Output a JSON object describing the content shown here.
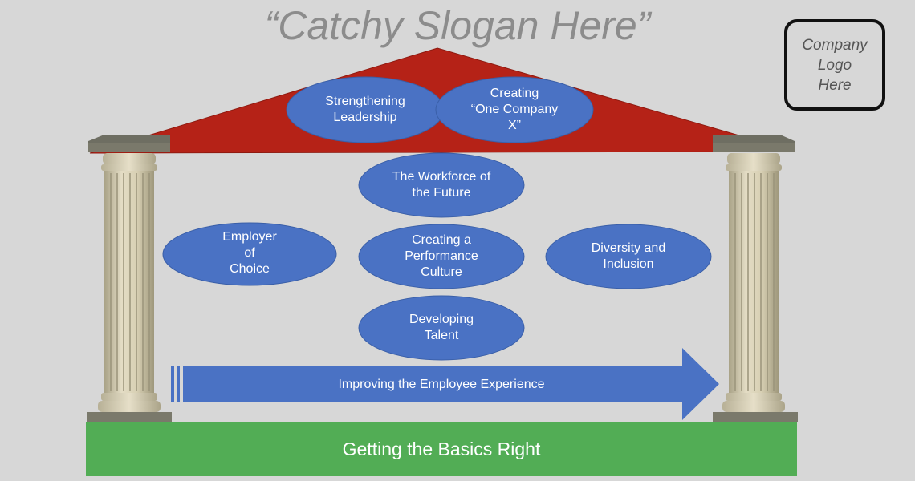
{
  "slogan": "“Catchy Slogan Here”",
  "logo": {
    "lines": [
      "Company",
      "Logo",
      "Here"
    ]
  },
  "roof_pillars": [
    {
      "lines": [
        "Strengthening",
        "Leadership"
      ]
    },
    {
      "lines": [
        "Creating",
        "“One Company",
        "X”"
      ]
    }
  ],
  "center_pillars": [
    {
      "lines": [
        "The Workforce of",
        "the Future"
      ]
    },
    {
      "lines": [
        "Employer",
        "of",
        "Choice"
      ]
    },
    {
      "lines": [
        "Creating a",
        "Performance",
        "Culture"
      ]
    },
    {
      "lines": [
        "Diversity and",
        "Inclusion"
      ]
    },
    {
      "lines": [
        "Developing",
        "Talent"
      ]
    }
  ],
  "arrow": {
    "label": "Improving the Employee Experience"
  },
  "foundation": {
    "label": "Getting the Basics Right"
  },
  "colors": {
    "background": "#d7d7d7",
    "roof": "#b52217",
    "oval": "#4a72c4",
    "foundation": "#52ad55",
    "column": "#d9d2b8",
    "slogan": "#8c8c8c"
  }
}
